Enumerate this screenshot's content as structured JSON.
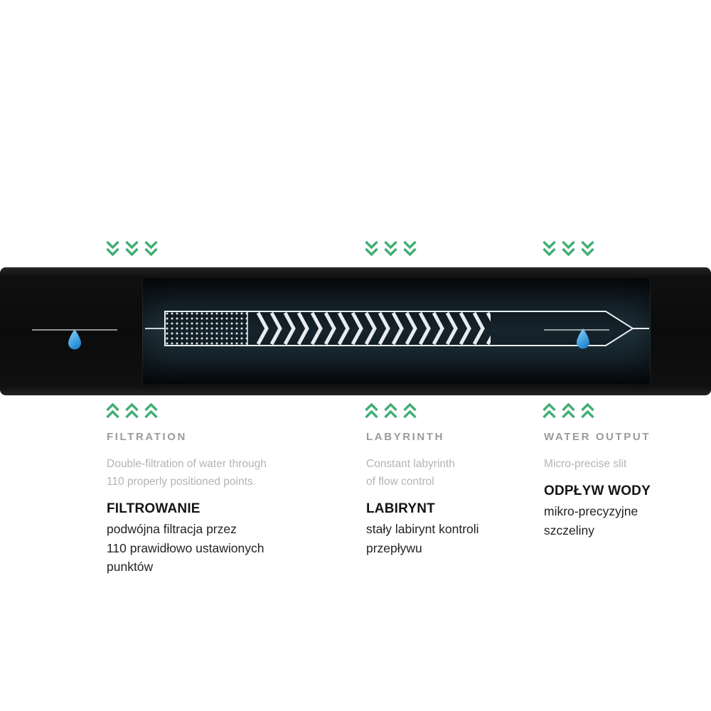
{
  "colors": {
    "background": "#ffffff",
    "arrow_green": "#3fae73",
    "band_black": "#0b0b0b",
    "cutaway_dark_teal": "#20323d",
    "emitter_outline_white": "#e9eef1",
    "drop_blue": "#3f9fe0",
    "muted_heading_gray": "#9b9b9b",
    "muted_text_gray": "#b4b4b4",
    "text_black": "#1c1c1c"
  },
  "diagram": {
    "type": "drip-irrigation-tape-cross-section",
    "icons": {
      "down_arrows": "triple-double-chevron-down",
      "up_arrows": "triple-double-chevron-up",
      "water_drop": "water-drop",
      "filtration_mesh": "dotted-grid-pattern",
      "labyrinth": "herringbone-chevron-pattern",
      "water_outlet": "tapered-channel-with-slit"
    }
  },
  "sections": [
    {
      "id": "filtration",
      "heading_en": "FILTRATION",
      "description_en": "Double-filtration of water through\n110 properly positioned points.",
      "heading_pl": "FILTROWANIE",
      "description_pl": "podwójna filtracja przez\n110 prawidłowo ustawionych\npunktów"
    },
    {
      "id": "labyrinth",
      "heading_en": "LABYRINTH",
      "description_en": "Constant labyrinth\nof flow control",
      "heading_pl": "LABIRYNT",
      "description_pl": "stały labirynt kontroli\nprzepływu"
    },
    {
      "id": "water-output",
      "heading_en": "WATER OUTPUT",
      "description_en": "Micro-precise slit",
      "heading_pl": "ODPŁYW WODY",
      "description_pl": "mikro-precyzyjne\nszczeliny"
    }
  ]
}
